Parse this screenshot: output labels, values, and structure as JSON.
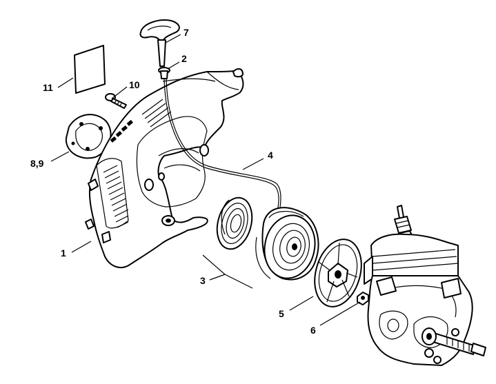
{
  "callouts": [
    {
      "id": "c7",
      "label": "7"
    },
    {
      "id": "c2",
      "label": "2"
    },
    {
      "id": "c11",
      "label": "11"
    },
    {
      "id": "c10",
      "label": "10"
    },
    {
      "id": "c89",
      "label": "8,9"
    },
    {
      "id": "c4",
      "label": "4"
    },
    {
      "id": "c1",
      "label": "1"
    },
    {
      "id": "c3",
      "label": "3"
    },
    {
      "id": "c5",
      "label": "5"
    },
    {
      "id": "c6",
      "label": "6"
    }
  ]
}
